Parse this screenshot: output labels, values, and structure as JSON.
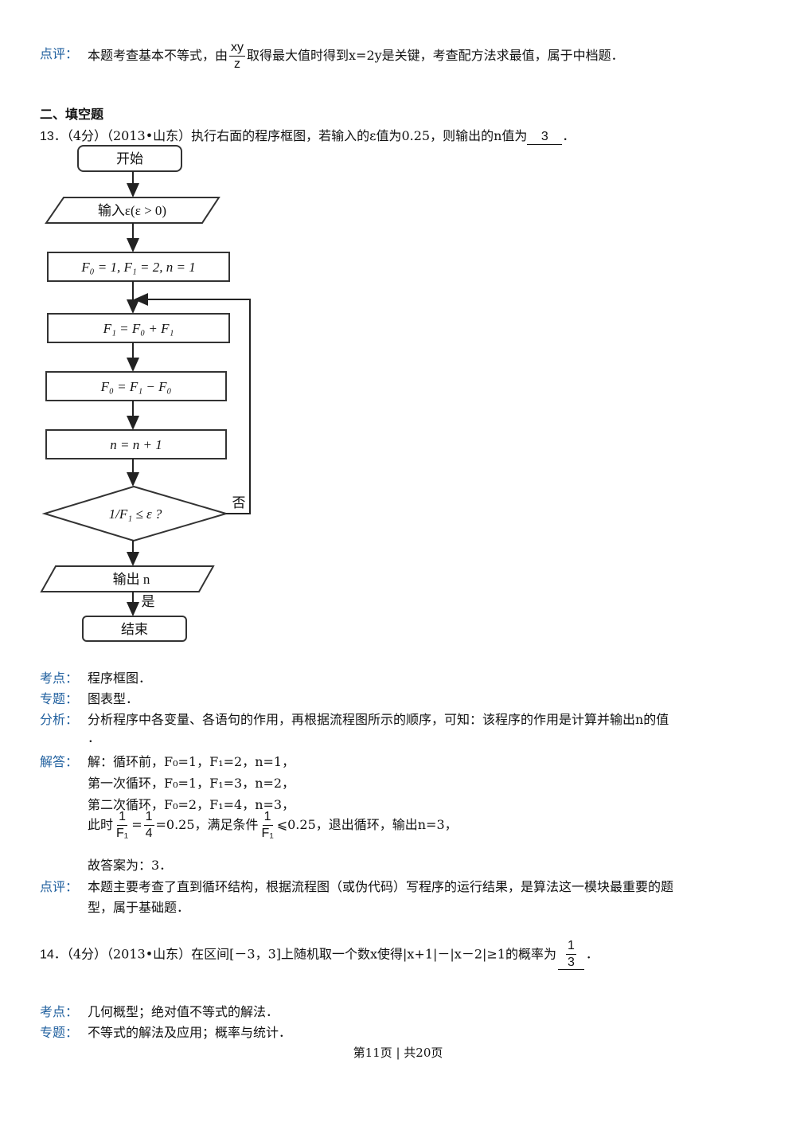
{
  "q12_review": {
    "label": "点评：",
    "text_a": "本题考查基本不等式，由",
    "frac_num": "xy",
    "frac_den": "z",
    "text_b": "取得最大值时得到x=2y是关键，考查配方法求最值，属于中档题．"
  },
  "section_title": "二、填空题",
  "q13": {
    "num": "13．",
    "stem_a": "（4分）（2013•山东）执行右面的程序框图，若输入的ε值为0.25，则输出的n值为",
    "answer": "3",
    "stem_end": "．",
    "flow": {
      "start": "开始",
      "input": "输入ε(ε > 0)",
      "init": "F₀ = 1, F₁ = 2, n = 1",
      "step1": "F₁ = F₀ + F₁",
      "step2": "F₀ = F₁ − F₀",
      "step3": "n = n + 1",
      "cond": "1/F₁ ≤ ε ?",
      "no": "否",
      "output": "输出 n",
      "yes": "是",
      "end": "结束"
    },
    "kaodian_label": "考点：",
    "kaodian": "程序框图．",
    "zhuanti_label": "专题：",
    "zhuanti": "图表型．",
    "fenxi_label": "分析：",
    "fenxi": "分析程序中各变量、各语句的作用，再根据流程图所示的顺序，可知：该程序的作用是计算并输出n的值",
    "fenxi_end": "．",
    "jieda_label": "解答：",
    "line1": "解：循环前，F₀=1，F₁=2，n=1，",
    "line2": "第一次循环，F₀=1，F₁=3，n=2，",
    "line3": "第二次循环，F₀=2，F₁=4，n=3，",
    "line4_a": "此时",
    "line4_b": "=",
    "line4_c": "=0.25，满足条件",
    "line4_d": "⩽0.25，退出循环，输出n=3，",
    "frac1_num": "1",
    "frac1_den": "F₁",
    "frac2_num": "1",
    "frac2_den": "4",
    "line5": "故答案为：3．",
    "review_label": "点评：",
    "review1": "本题主要考查了直到循环结构，根据流程图（或伪代码）写程序的运行结果，是算法这一模块最重要的题",
    "review2": "型，属于基础题．"
  },
  "q14": {
    "num": "14．",
    "stem": "（4分）（2013•山东）在区间[－3，3]上随机取一个数x使得|x+1|－|x－2|≥1的概率为",
    "ans_num": "1",
    "ans_den": "3",
    "stem_end": "．",
    "kaodian_label": "考点：",
    "kaodian": "几何概型；绝对值不等式的解法．",
    "zhuanti_label": "专题：",
    "zhuanti": "不等式的解法及应用；概率与统计．"
  },
  "footer": "第11页 | 共20页"
}
